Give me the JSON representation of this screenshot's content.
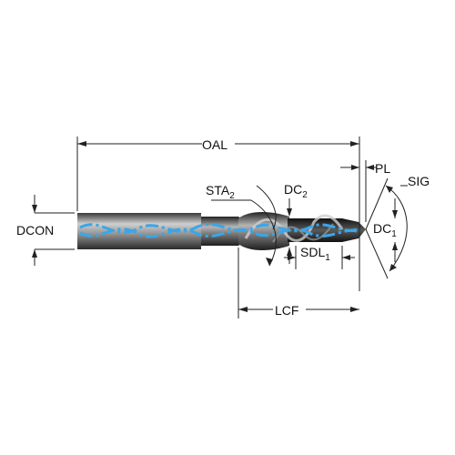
{
  "labels": {
    "oal": "OAL",
    "dcon": "DCON",
    "sta_main": "STA",
    "sta_sub": "2",
    "dc2_main": "DC",
    "dc2_sub": "2",
    "pl": "PL",
    "sig": "SIG",
    "dc1_main": "DC",
    "dc1_sub": "1",
    "sdl_main": "SDL",
    "sdl_sub": "1",
    "lcf": "LCF"
  },
  "colors": {
    "coolant": "#3aa6e8",
    "shank_dark": "#2b2b2b",
    "shank_light": "#c8c8c8",
    "body_mid": "#6b6b6b"
  }
}
